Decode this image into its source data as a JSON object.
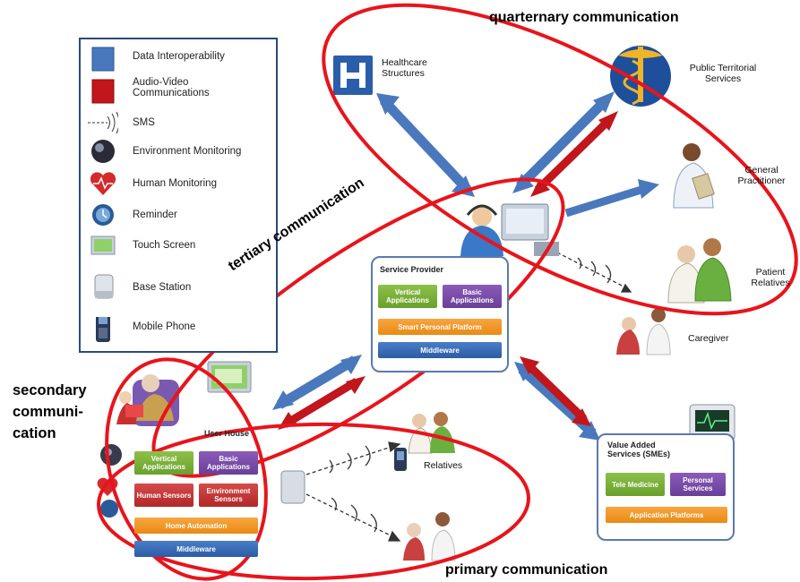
{
  "legend": {
    "items": [
      {
        "label": "Data Interoperability",
        "icon": "blue-square-icon"
      },
      {
        "label": "Audio-Video Communications",
        "icon": "red-square-icon"
      },
      {
        "label": "SMS",
        "icon": "sms-waves-icon"
      },
      {
        "label": "Environment Monitoring",
        "icon": "sensor-sphere-icon"
      },
      {
        "label": "Human Monitoring",
        "icon": "heart-icon"
      },
      {
        "label": "Reminder",
        "icon": "clock-icon"
      },
      {
        "label": "Touch Screen",
        "icon": "touch-screen-icon"
      },
      {
        "label": "Base Station",
        "icon": "base-station-icon"
      },
      {
        "label": "Mobile Phone",
        "icon": "mobile-phone-icon"
      }
    ]
  },
  "rings": {
    "quarternary": "quarternary communication",
    "tertiary": "tertiary communication",
    "secondary": "secondary communi- cation",
    "primary": "primary communication"
  },
  "nodes": {
    "healthcare": "Healthcare Structures",
    "public_services": "Public Territorial Services",
    "general_practitioner": "General Practitioner",
    "patient_relatives": "Patient Relatives",
    "caregiver": "Caregiver",
    "relatives": "Relatives"
  },
  "service_provider": {
    "title": "Service Provider",
    "vertical": "Vertical Applications",
    "basic": "Basic Applications",
    "platform": "Smart Personal Platform",
    "middleware": "Middleware"
  },
  "user_house": {
    "title": "User House",
    "vertical": "Vertical Applications",
    "basic": "Basic Applications",
    "human_sensors": "Human Sensors",
    "environment_sensors": "Environment Sensors",
    "home_automation": "Home Automation",
    "middleware": "Middleware"
  },
  "value_added": {
    "title": "Value Added Services (SMEs)",
    "tele_medicine": "Tele Medicine",
    "personal_services": "Personal Services",
    "platforms": "Application Platforms"
  },
  "colors": {
    "ring": "#e8141c",
    "data_arrow": "#4a78bd",
    "av_arrow": "#c0161c",
    "legend_border": "#2c4a7c"
  }
}
